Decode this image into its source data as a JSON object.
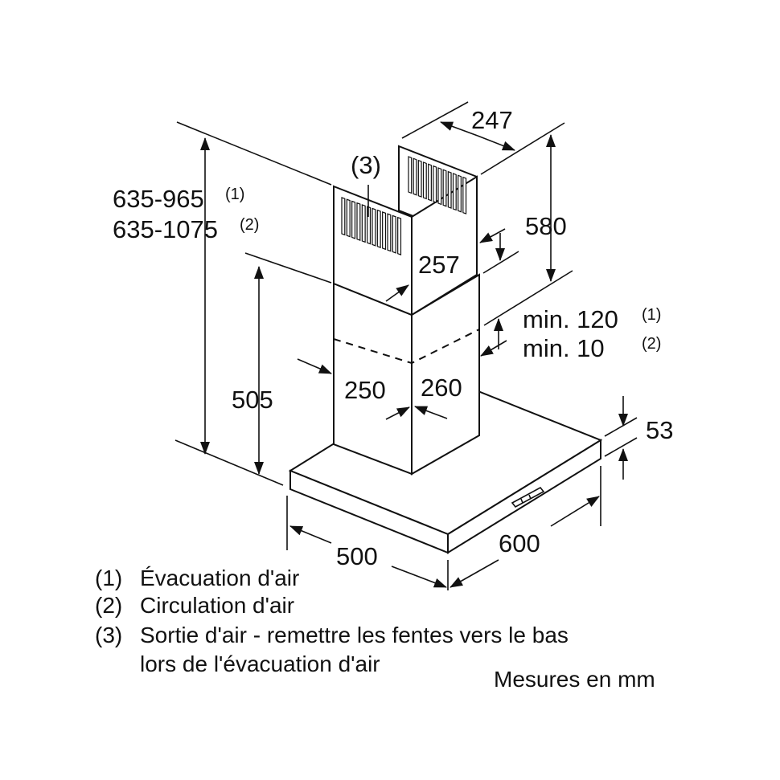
{
  "dimensions": {
    "height_total_1": "635-965",
    "height_total_1_note": "(1)",
    "height_total_2": "635-1075",
    "height_total_2_note": "(2)",
    "outlet_callout": "(3)",
    "duct_upper_depth": "247",
    "duct_upper_height": "580",
    "duct_upper_width": "257",
    "min_gap_1": "min. 120",
    "min_gap_1_note": "(1)",
    "min_gap_2": "min. 10",
    "min_gap_2_note": "(2)",
    "duct_lower_width": "250",
    "duct_lower_depth": "260",
    "hood_height_to_duct": "505",
    "hood_thickness": "53",
    "hood_depth": "500",
    "hood_width": "600"
  },
  "legend": [
    {
      "num": "(1)",
      "text": "Évacuation d'air"
    },
    {
      "num": "(2)",
      "text": "Circulation d'air"
    },
    {
      "num": "(3)",
      "text": "Sortie d'air - remettre les fentes vers le bas"
    },
    {
      "num": "",
      "text": "lors de l'évacuation d'air"
    }
  ],
  "units_note": "Mesures en mm",
  "colors": {
    "ink": "#111111",
    "background": "#ffffff"
  }
}
